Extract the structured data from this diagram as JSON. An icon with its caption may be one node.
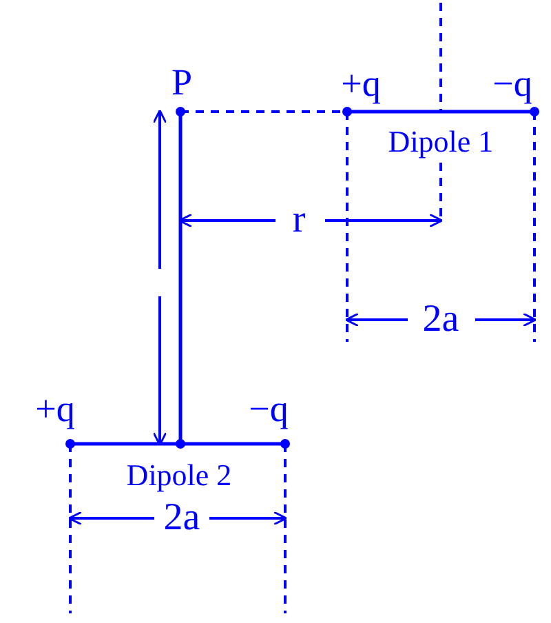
{
  "diagram": {
    "labels": [
      "P",
      "+q",
      "−q",
      "Dipole 1",
      "r",
      "2a",
      "+q",
      "−q",
      "Dipole 2",
      "2a"
    ]
  }
}
